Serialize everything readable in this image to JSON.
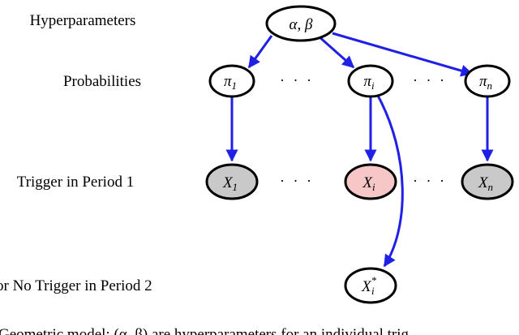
{
  "row_labels": {
    "hyperparameters": "Hyperparameters",
    "probabilities": "Probabilities",
    "period1": "Trigger in Period 1",
    "period2": "or No Trigger in Period 2"
  },
  "nodes": {
    "hyper": {
      "text": "α, β"
    },
    "pi1": {
      "base": "π",
      "sub": "1"
    },
    "pii": {
      "base": "π",
      "sub": "i"
    },
    "pin": {
      "base": "π",
      "sub": "n"
    },
    "x1": {
      "base": "X",
      "sub": "1"
    },
    "xi": {
      "base": "X",
      "sub": "i"
    },
    "xn": {
      "base": "X",
      "sub": "n"
    },
    "xistar": {
      "base": "X",
      "sub": "i",
      "sup": "*"
    }
  },
  "ellipsis": "· · ·",
  "caption": "Geometric model: (α, β) are hyperparameters for an individual trig",
  "colors": {
    "edge": "#1f1fe6",
    "observed_fill": "#c9c9c9",
    "highlight_fill": "#f7c6c6",
    "plain_fill": "#ffffff",
    "stroke": "#000000"
  }
}
